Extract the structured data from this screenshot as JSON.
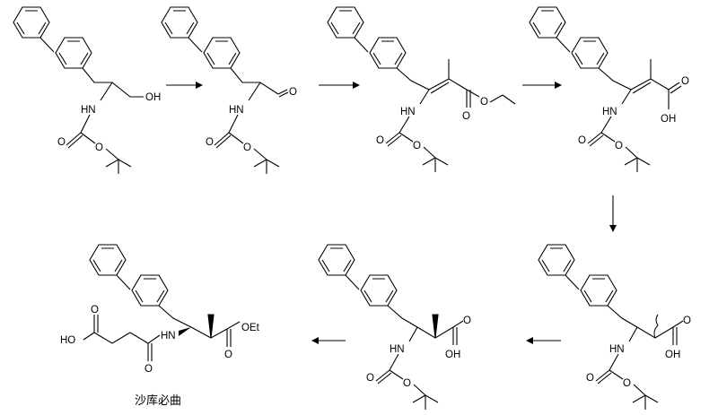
{
  "scheme": {
    "caption": "沙库必曲",
    "atom_labels": {
      "oh": "OH",
      "o": "O",
      "hn": "HN",
      "ho": "HO",
      "hn_amide": "HN",
      "oet": "OEt"
    },
    "steps": [
      {
        "from": "compound-1",
        "to": "compound-2",
        "direction": "right"
      },
      {
        "from": "compound-2",
        "to": "compound-3",
        "direction": "right"
      },
      {
        "from": "compound-3",
        "to": "compound-4",
        "direction": "right"
      },
      {
        "from": "compound-4",
        "to": "compound-5",
        "direction": "down"
      },
      {
        "from": "compound-5",
        "to": "compound-6",
        "direction": "left"
      },
      {
        "from": "compound-6",
        "to": "compound-7",
        "direction": "left"
      }
    ]
  }
}
